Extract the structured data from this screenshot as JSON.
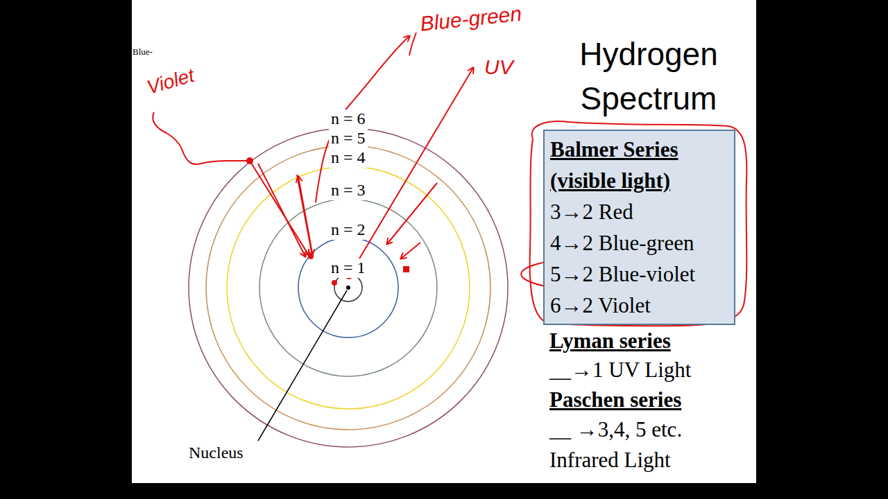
{
  "diagram": {
    "title": "Hydrogen Spectrum",
    "nodes": [
      {
        "text": [
          "Balmer Series (visible light)",
          "3→2 Red",
          "4→2 Blue-green",
          "5→2 Blue-violet",
          "6→2 Violet"
        ]
      }
    ],
    "labels": [
      "Blue-",
      "Violet",
      "Blue-green",
      "UV",
      "n = 6",
      "n = 5",
      "n = 4",
      "n = 3",
      "n = 2",
      "n = 1",
      "Nucleus",
      "Lyman series",
      "__→1 UV Light",
      "Paschen series",
      "__ →3,4, 5 etc.",
      "Infrared Light"
    ]
  }
}
